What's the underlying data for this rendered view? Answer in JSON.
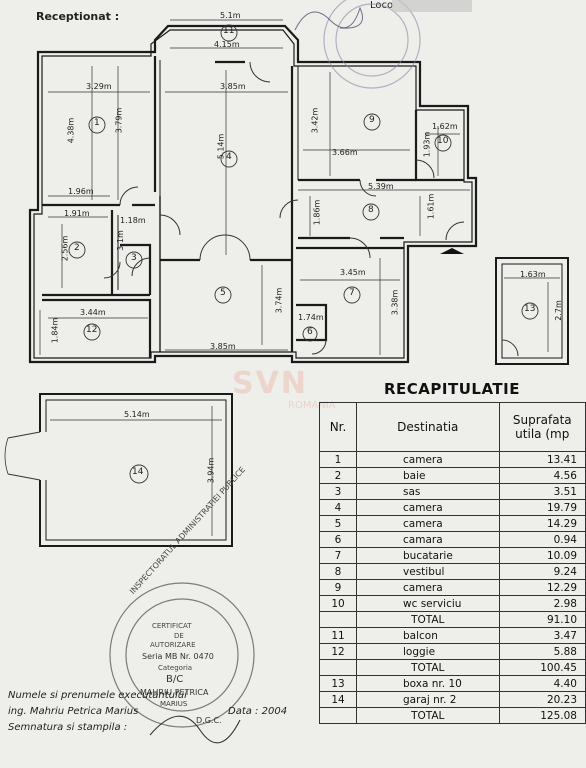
{
  "header": {
    "receptionat": "Receptionat :",
    "loco": "Loco"
  },
  "dims": {
    "d51": "5.1m",
    "d415": "4.15m",
    "d329": "3.29m",
    "d385a": "3.85m",
    "d438": "4.38m",
    "d379": "3.79m",
    "d514": "5.14m",
    "d342": "3.42m",
    "d366": "3.66m",
    "d162": "1.62m",
    "d193": "1.93m",
    "d196": "1.96m",
    "d539": "5.39m",
    "d191": "1.91m",
    "d118": "1.18m",
    "d186": "1.86m",
    "d161": "1.61m",
    "d256": "2.56m",
    "d31": "3.1m",
    "d345": "3.45m",
    "d344": "3.44m",
    "d374": "3.74m",
    "d338": "3.38m",
    "d184": "1.84m",
    "d174": "1.74m",
    "d385b": "3.85m",
    "d163": "1.63m",
    "d27": "2.7m",
    "d514b": "5.14m",
    "d394": "3.94m"
  },
  "rooms": [
    "1",
    "2",
    "3",
    "4",
    "5",
    "6",
    "7",
    "8",
    "9",
    "10",
    "11",
    "12",
    "13",
    "14"
  ],
  "recap": {
    "title": "RECAPITULATIE",
    "col_nr": "Nr.",
    "col_dest": "Destinatia",
    "col_area_1": "Suprafata",
    "col_area_2": "utila (mp",
    "rows": [
      {
        "nr": "1",
        "dest": "camera",
        "val": "13.41"
      },
      {
        "nr": "2",
        "dest": "baie",
        "val": "4.56"
      },
      {
        "nr": "3",
        "dest": "sas",
        "val": "3.51"
      },
      {
        "nr": "4",
        "dest": "camera",
        "val": "19.79"
      },
      {
        "nr": "5",
        "dest": "camera",
        "val": "14.29"
      },
      {
        "nr": "6",
        "dest": "camara",
        "val": "0.94"
      },
      {
        "nr": "7",
        "dest": "bucatarie",
        "val": "10.09"
      },
      {
        "nr": "8",
        "dest": "vestibul",
        "val": "9.24"
      },
      {
        "nr": "9",
        "dest": "camera",
        "val": "12.29"
      },
      {
        "nr": "10",
        "dest": "wc serviciu",
        "val": "2.98"
      }
    ],
    "total1_label": "TOTAL",
    "total1_val": "91.10",
    "rows2": [
      {
        "nr": "11",
        "dest": "balcon",
        "val": "3.47"
      },
      {
        "nr": "12",
        "dest": "loggie",
        "val": "5.88"
      }
    ],
    "total2_label": "TOTAL",
    "total2_val": "100.45",
    "rows3": [
      {
        "nr": "13",
        "dest": "boxa nr. 10",
        "val": "4.40"
      },
      {
        "nr": "14",
        "dest": "garaj nr. 2",
        "val": "20.23"
      }
    ],
    "total3_label": "TOTAL",
    "total3_val": "125.08"
  },
  "footer": {
    "line1": "Numele si prenumele executantului",
    "line2": "ing. Mahriu Petrica Marius",
    "line3": "Semnatura si stampila :",
    "date": "Data : 2004"
  },
  "stamp": {
    "ring": "INSPECTORATUL ADMINISTRATIEI PUBLICE",
    "l1": "CERTIFICAT",
    "l2": "DE",
    "l3": "AUTORIZARE",
    "l4": "Seria MB Nr. 0470",
    "l5": "Categoria",
    "l6": "B/C",
    "l7": "MAHRIU PETRICA",
    "l8": "MARIUS",
    "l9": "D.G.C."
  },
  "watermark": {
    "brand": "SVN",
    "sub": "ROMANIA"
  }
}
